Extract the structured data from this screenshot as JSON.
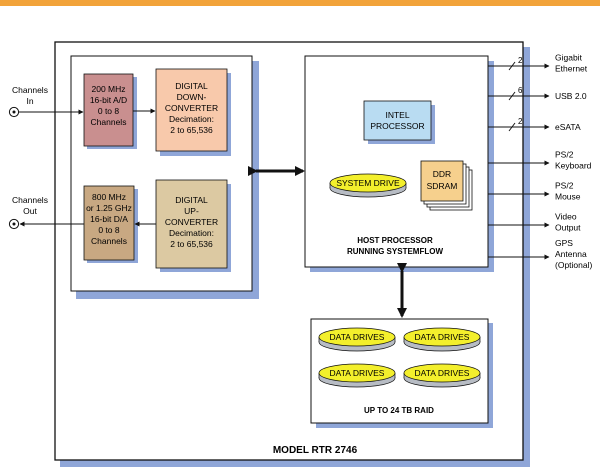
{
  "colors": {
    "top_bar": "#f2a33a",
    "frame": "#111111",
    "shadow": "#8fa6d8",
    "adc": "#c98f8f",
    "ddc": "#f8c9ab",
    "dac": "#c8a882",
    "duc": "#dcc9a2",
    "intel": "#b9dcf2",
    "ddr": "#f6d08d",
    "drive_top": "#f3ef2c",
    "drive_side": "#b7bcc4",
    "raid_bg": "#ffffff"
  },
  "io_left": [
    {
      "lines": [
        "Channels",
        "In"
      ]
    },
    {
      "lines": [
        "Channels",
        "Out"
      ]
    }
  ],
  "blocks": {
    "adc": [
      "200 MHz",
      "16-bit A/D",
      "0 to 8",
      "Channels"
    ],
    "ddc": [
      "DIGITAL",
      "DOWN-",
      "CONVERTER",
      "Decimation:",
      "2 to 65,536"
    ],
    "dac": [
      "800 MHz",
      "or 1.25 GHz",
      "16-bit D/A",
      "0 to 8",
      "Channels"
    ],
    "duc": [
      "DIGITAL",
      "UP-",
      "CONVERTER",
      "Decimation:",
      "2 to 65,536"
    ],
    "intel": [
      "INTEL",
      "PROCESSOR"
    ],
    "ddr": [
      "DDR",
      "SDRAM"
    ],
    "system_drive": "SYSTEM DRIVE",
    "host": [
      "HOST PROCESSOR",
      "RUNNING SYSTEMFLOW"
    ],
    "data_drive": "DATA DRIVES",
    "raid": "UP TO 24 TB RAID"
  },
  "model": "MODEL RTR 2746",
  "io_right": [
    {
      "lines": [
        "Gigabit",
        "Ethernet"
      ],
      "count": "2"
    },
    {
      "lines": [
        "USB 2.0"
      ],
      "count": "6"
    },
    {
      "lines": [
        "eSATA"
      ],
      "count": "2"
    },
    {
      "lines": [
        "PS/2",
        "Keyboard"
      ],
      "count": ""
    },
    {
      "lines": [
        "PS/2",
        "Mouse"
      ],
      "count": ""
    },
    {
      "lines": [
        "Video",
        "Output"
      ],
      "count": ""
    },
    {
      "lines": [
        "GPS",
        "Antenna",
        "(Optional)"
      ],
      "count": ""
    }
  ]
}
